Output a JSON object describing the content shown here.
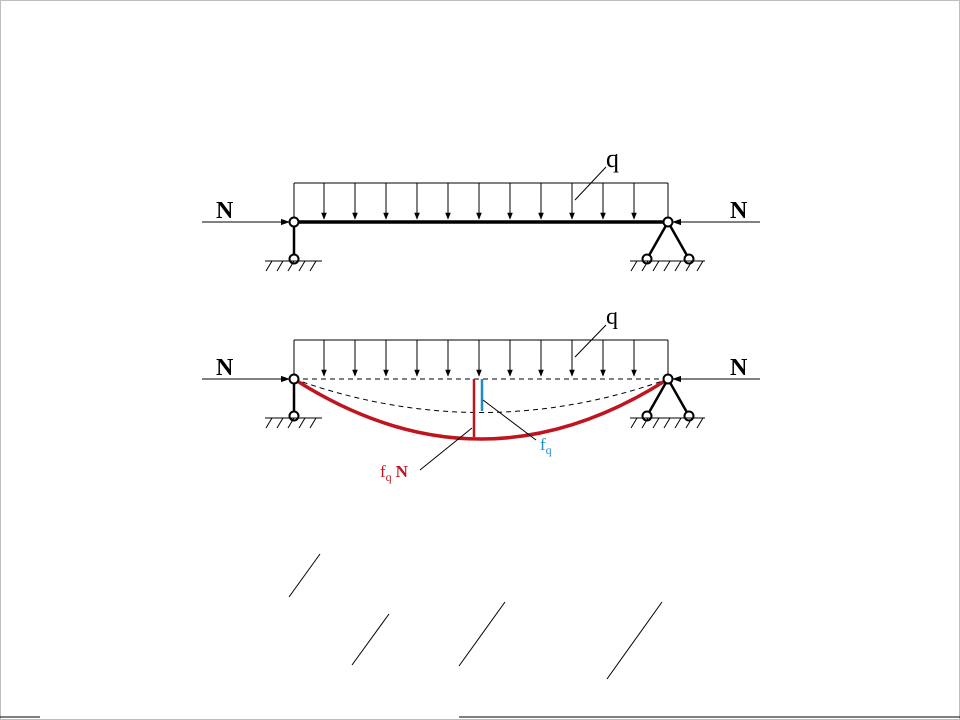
{
  "figure_top": {
    "load_label": "q",
    "axial_force_left": "N",
    "axial_force_right": "N"
  },
  "figure_bottom": {
    "load_label": "q",
    "axial_force_left": "N",
    "axial_force_right": "N",
    "deflection_load_label": "f",
    "deflection_load_subscript": "q",
    "deflection_total_label": "f",
    "deflection_total_subscript": "q",
    "deflection_total_suffix": "N"
  },
  "colors": {
    "structure": "#000000",
    "deflected_shape": "#c0141e",
    "load_only_deflection": "#1a8cc8"
  }
}
